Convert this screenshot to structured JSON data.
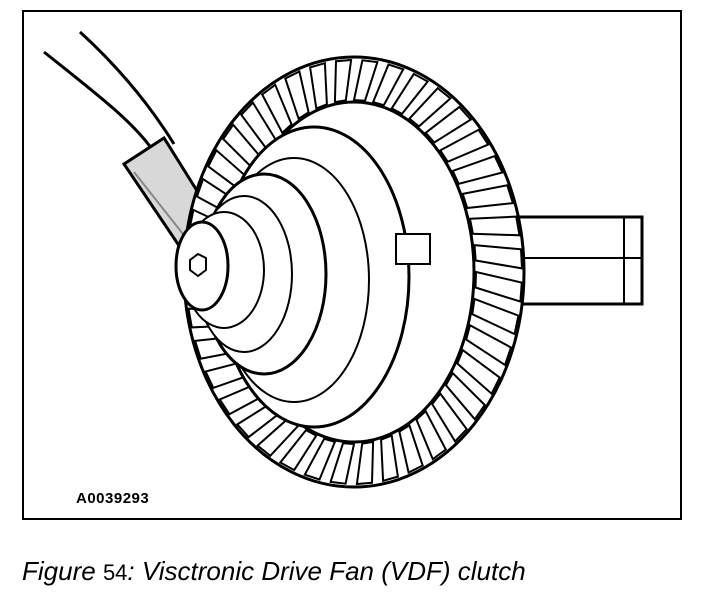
{
  "figure": {
    "id_label": "A0039293"
  },
  "caption": {
    "prefix": "Figure",
    "number": "54",
    "text": ": Visctronic Drive Fan (VDF) clutch"
  },
  "icons": {
    "illustration": "fan-clutch-with-tool-drawing"
  }
}
